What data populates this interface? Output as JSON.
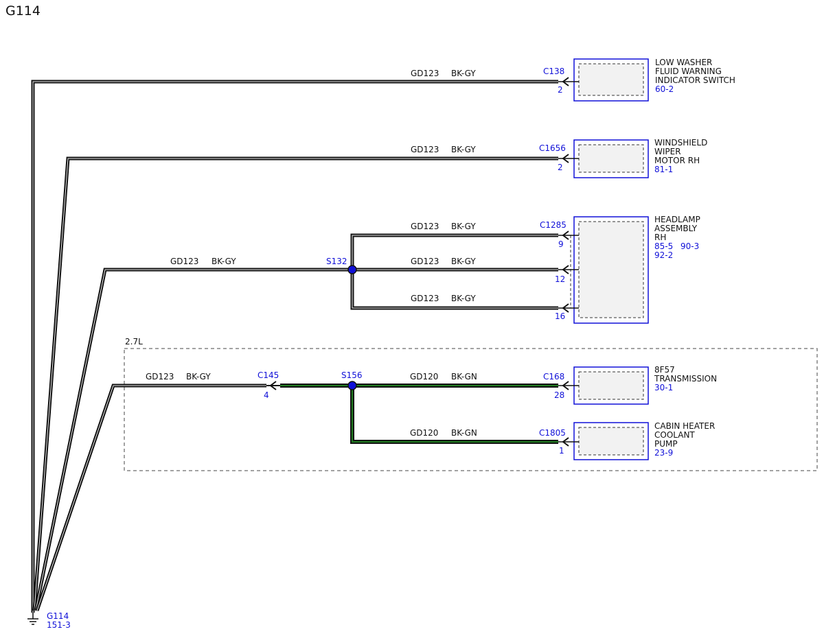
{
  "page_title": "G114",
  "ground": {
    "name": "G114",
    "ref": "151-3"
  },
  "zone": {
    "label": "2.7L"
  },
  "wire_black": {
    "circuit": "GD123",
    "color": "BK-GY"
  },
  "wire_green": {
    "circuit": "GD120",
    "color": "BK-GN"
  },
  "splices": [
    {
      "name": "S132"
    },
    {
      "name": "S156"
    }
  ],
  "inline_connector": {
    "name": "C145",
    "pin": "4"
  },
  "components": [
    {
      "connector": "C138",
      "pin": "2",
      "name_lines": [
        "LOW WASHER",
        "FLUID WARNING",
        "INDICATOR SWITCH"
      ],
      "refs": [
        "60-2"
      ]
    },
    {
      "connector": "C1656",
      "pin": "2",
      "name_lines": [
        "WINDSHIELD",
        "WIPER",
        "MOTOR RH"
      ],
      "refs": [
        "81-1"
      ]
    },
    {
      "connector": "C1285",
      "pins": [
        "9",
        "12",
        "16"
      ],
      "name_lines": [
        "HEADLAMP",
        "ASSEMBLY",
        "RH"
      ],
      "refs": [
        "85-5",
        "90-3",
        "92-2"
      ]
    },
    {
      "connector": "C168",
      "pin": "28",
      "name_lines": [
        "8F57",
        "TRANSMISSION"
      ],
      "refs": [
        "30-1"
      ]
    },
    {
      "connector": "C1805",
      "pin": "1",
      "name_lines": [
        "CABIN HEATER",
        "COOLANT",
        "PUMP"
      ],
      "refs": [
        "23-9"
      ]
    }
  ],
  "colors": {
    "connector_blue": "#1010d8",
    "wire_black": "#111111",
    "wire_green": "#1f7a1f",
    "box_fill": "#f2f2f2"
  }
}
